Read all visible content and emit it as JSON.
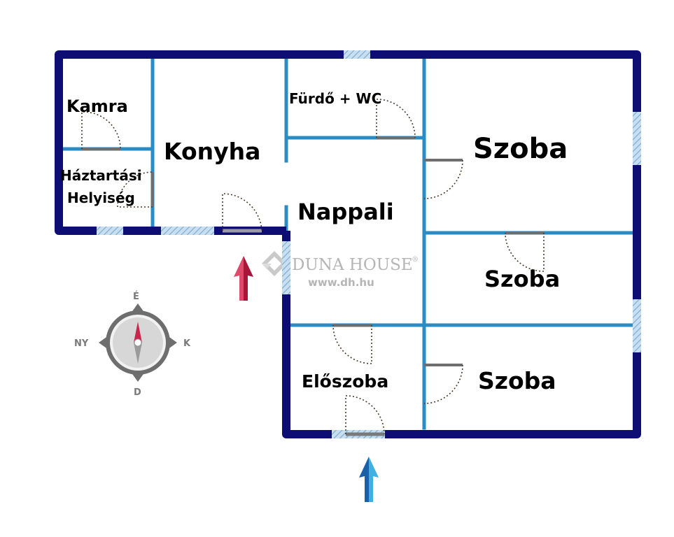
{
  "rooms": {
    "kamra": "Kamra",
    "konyha": "Konyha",
    "furdo": "Fürdő + WC",
    "szoba1": "Szoba",
    "haztartasi_line1": "Háztartási",
    "haztartasi_line2": "Helyiség",
    "nappali": "Nappali",
    "szoba2": "Szoba",
    "eloszoba": "Előszoba",
    "szoba3": "Szoba"
  },
  "watermark": {
    "brand": "DUNA HOUSE",
    "registered": "®",
    "url": "www.dh.hu"
  },
  "compass": {
    "north": "É",
    "east": "K",
    "south": "D",
    "west": "NY"
  },
  "colors": {
    "outer_wall": "#0d0d73",
    "inner_wall": "#2a8cc4",
    "window_hatch": "#9cc3dc",
    "door_dots": "#4a3a2a",
    "arrow_red": "#c8264a",
    "arrow_blue": "#1e7fc4",
    "compass_gray": "#6e6e6e"
  }
}
